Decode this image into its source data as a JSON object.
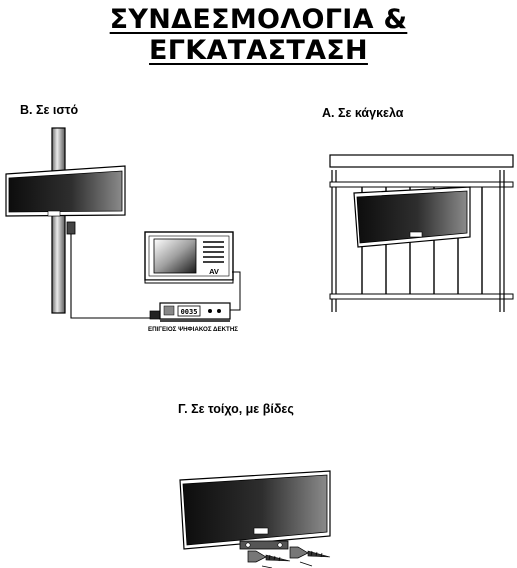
{
  "page": {
    "title": "ΣΥΝΔΕΣΜΟΛΟΓΙΑ & ΕΓΚΑΤΑΣΤΑΣΗ"
  },
  "sections": {
    "mast": {
      "label": "Β. Σε ιστό"
    },
    "railing": {
      "label": "Α. Σε κάγκελα"
    },
    "wall": {
      "label": "Γ. Σε τοίχο, με βίδες"
    }
  },
  "receiver": {
    "caption": "ΕΠΙΓΕΙΟΣ ΨΗΦΙΑΚΟΣ ΔΕΚΤΗΣ",
    "display": "0035"
  },
  "tv": {
    "badge": "AV"
  }
}
